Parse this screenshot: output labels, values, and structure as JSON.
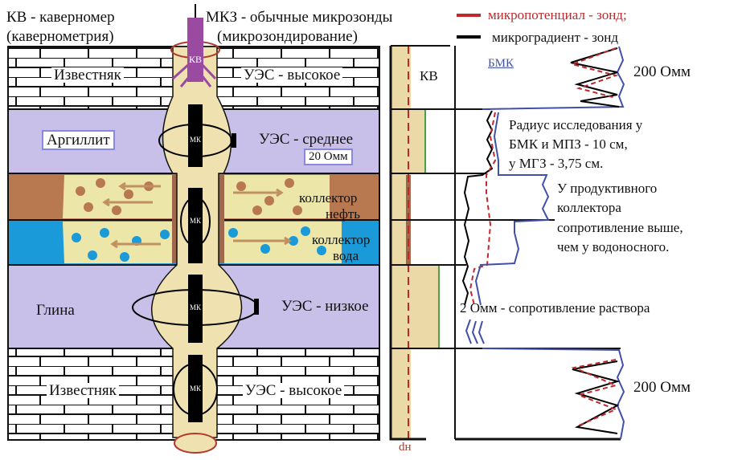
{
  "title_left": {
    "line1": "КВ - каверномер",
    "line2": "(кавернометрия)"
  },
  "title_center": {
    "line1": "МКЗ - обычные микрозонды",
    "line2": "(микрозондирование)"
  },
  "legend": [
    {
      "label": "микропотенциал - зонд;",
      "color": "#c0282d"
    },
    {
      "label": "микроградиент - зонд",
      "color": "#000000"
    }
  ],
  "layers": [
    {
      "name": "Известняк",
      "property": "УЭС - высокое",
      "color": "#ffffff",
      "pattern": "brick"
    },
    {
      "name": "Аргиллит",
      "property": "УЭС - среднее",
      "property_extra": "20 Омм",
      "color": "#c8c0e8"
    },
    {
      "name": "коллектор нефть",
      "label_line1": "коллектор",
      "label_line2": "нефть",
      "color": "#b87850"
    },
    {
      "name": "коллектор вода",
      "label_line1": "коллектор",
      "label_line2": "вода",
      "color": "#1a9ad8"
    },
    {
      "name": "Глина",
      "property": "УЭС - низкое",
      "color": "#c8c0e8"
    },
    {
      "name": "Известняк",
      "property": "УЭС - высокое",
      "color": "#ffffff",
      "pattern": "brick"
    }
  ],
  "tools": {
    "caliper_label": "КВ",
    "microprobe_label": "МК"
  },
  "log": {
    "kv_label": "КВ",
    "bmk_label": "БМК",
    "dn_label": "dн",
    "top_resistivity": "200 Омм",
    "bottom_resistivity": "200 Омм",
    "note_radius": [
      "Радиус исследования у",
      "БМК и МПЗ - 10 см,",
      "у МГЗ - 3,75 см."
    ],
    "note_productive": [
      "У продуктивного",
      "коллектора",
      "сопротивление выше,",
      "чем у водоносного."
    ],
    "note_mud": "2 Омм - сопротивление раствора"
  },
  "colors": {
    "bmk": "#4050a8",
    "mpz": "#c0282d",
    "mgz": "#000000",
    "borehole": "#f0e2b0",
    "mudcake": "#7ab648"
  }
}
